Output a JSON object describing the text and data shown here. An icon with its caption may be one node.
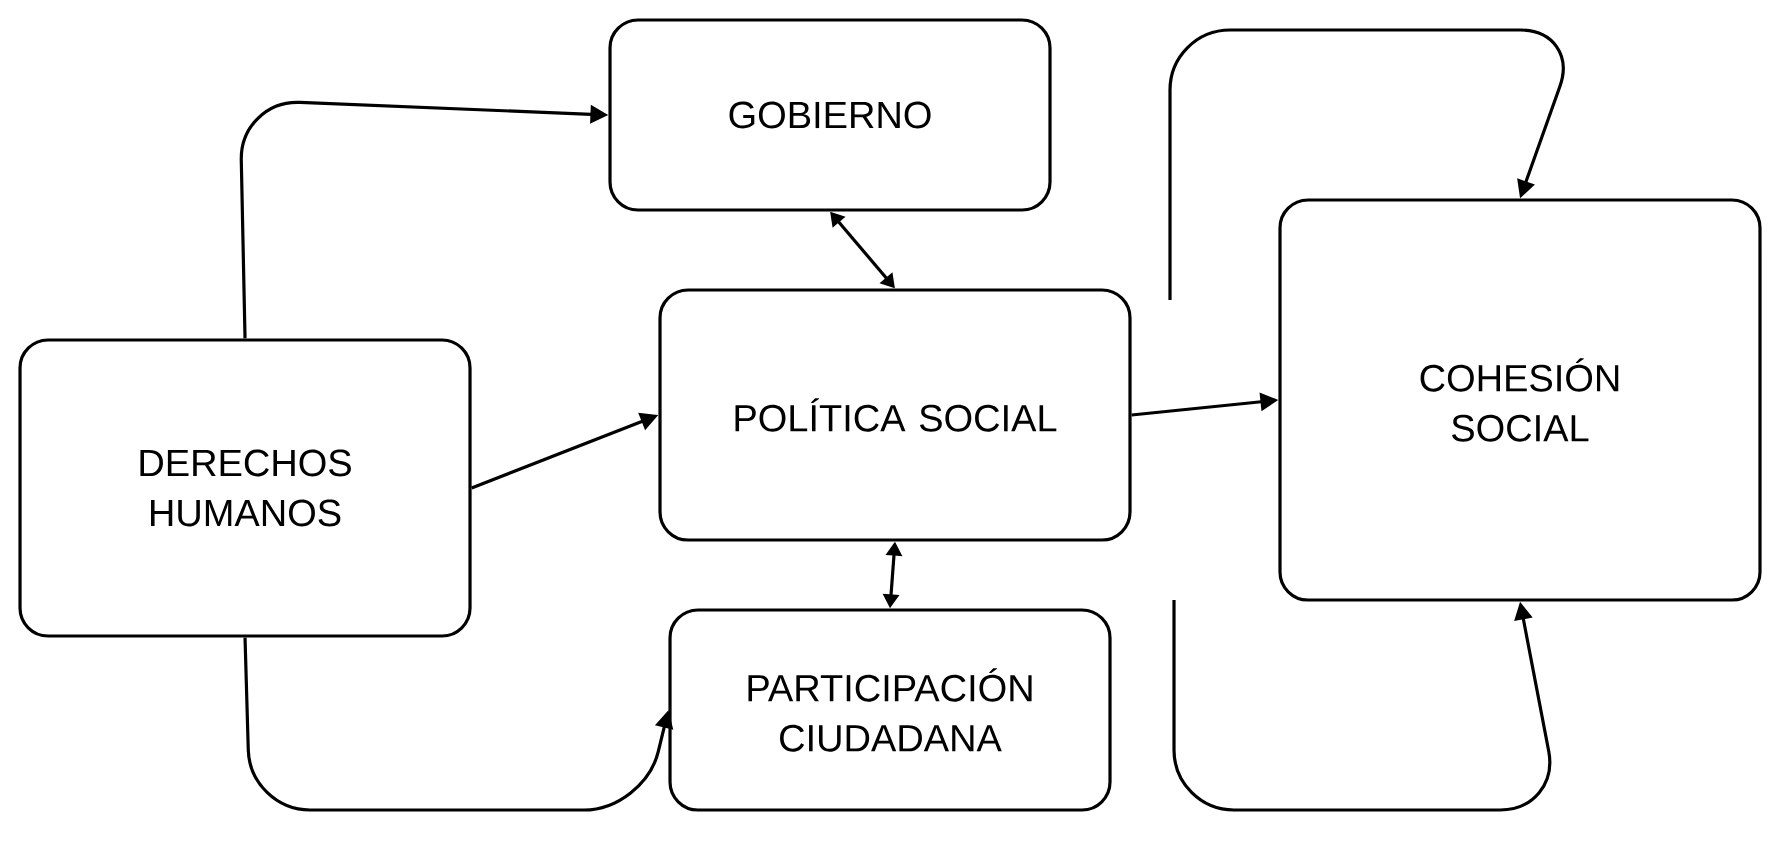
{
  "diagram": {
    "nodes": [
      {
        "text": [
          "DERECHOS HUMANOS"
        ]
      },
      {
        "text": [
          "GOBIERNO"
        ]
      },
      {
        "text": [
          "POLÍTICA SOCIAL"
        ]
      },
      {
        "text": [
          "PARTICIPACIÓN CIUDADANA"
        ]
      },
      {
        "text": [
          "COHESIÓN SOCIAL"
        ]
      }
    ],
    "edges": [
      {
        "from": 0,
        "to": 1,
        "arrow": "to"
      },
      {
        "from": 0,
        "to": 2,
        "arrow": "to"
      },
      {
        "from": 0,
        "to": 3,
        "arrow": "to"
      },
      {
        "from": 1,
        "to": 2,
        "arrow": "both"
      },
      {
        "from": 2,
        "to": 3,
        "arrow": "both"
      },
      {
        "from": 2,
        "to": 4,
        "arrow": "to"
      },
      {
        "from": null,
        "to": 4,
        "arrow": "to"
      },
      {
        "from": null,
        "to": 4,
        "arrow": "to"
      }
    ]
  }
}
